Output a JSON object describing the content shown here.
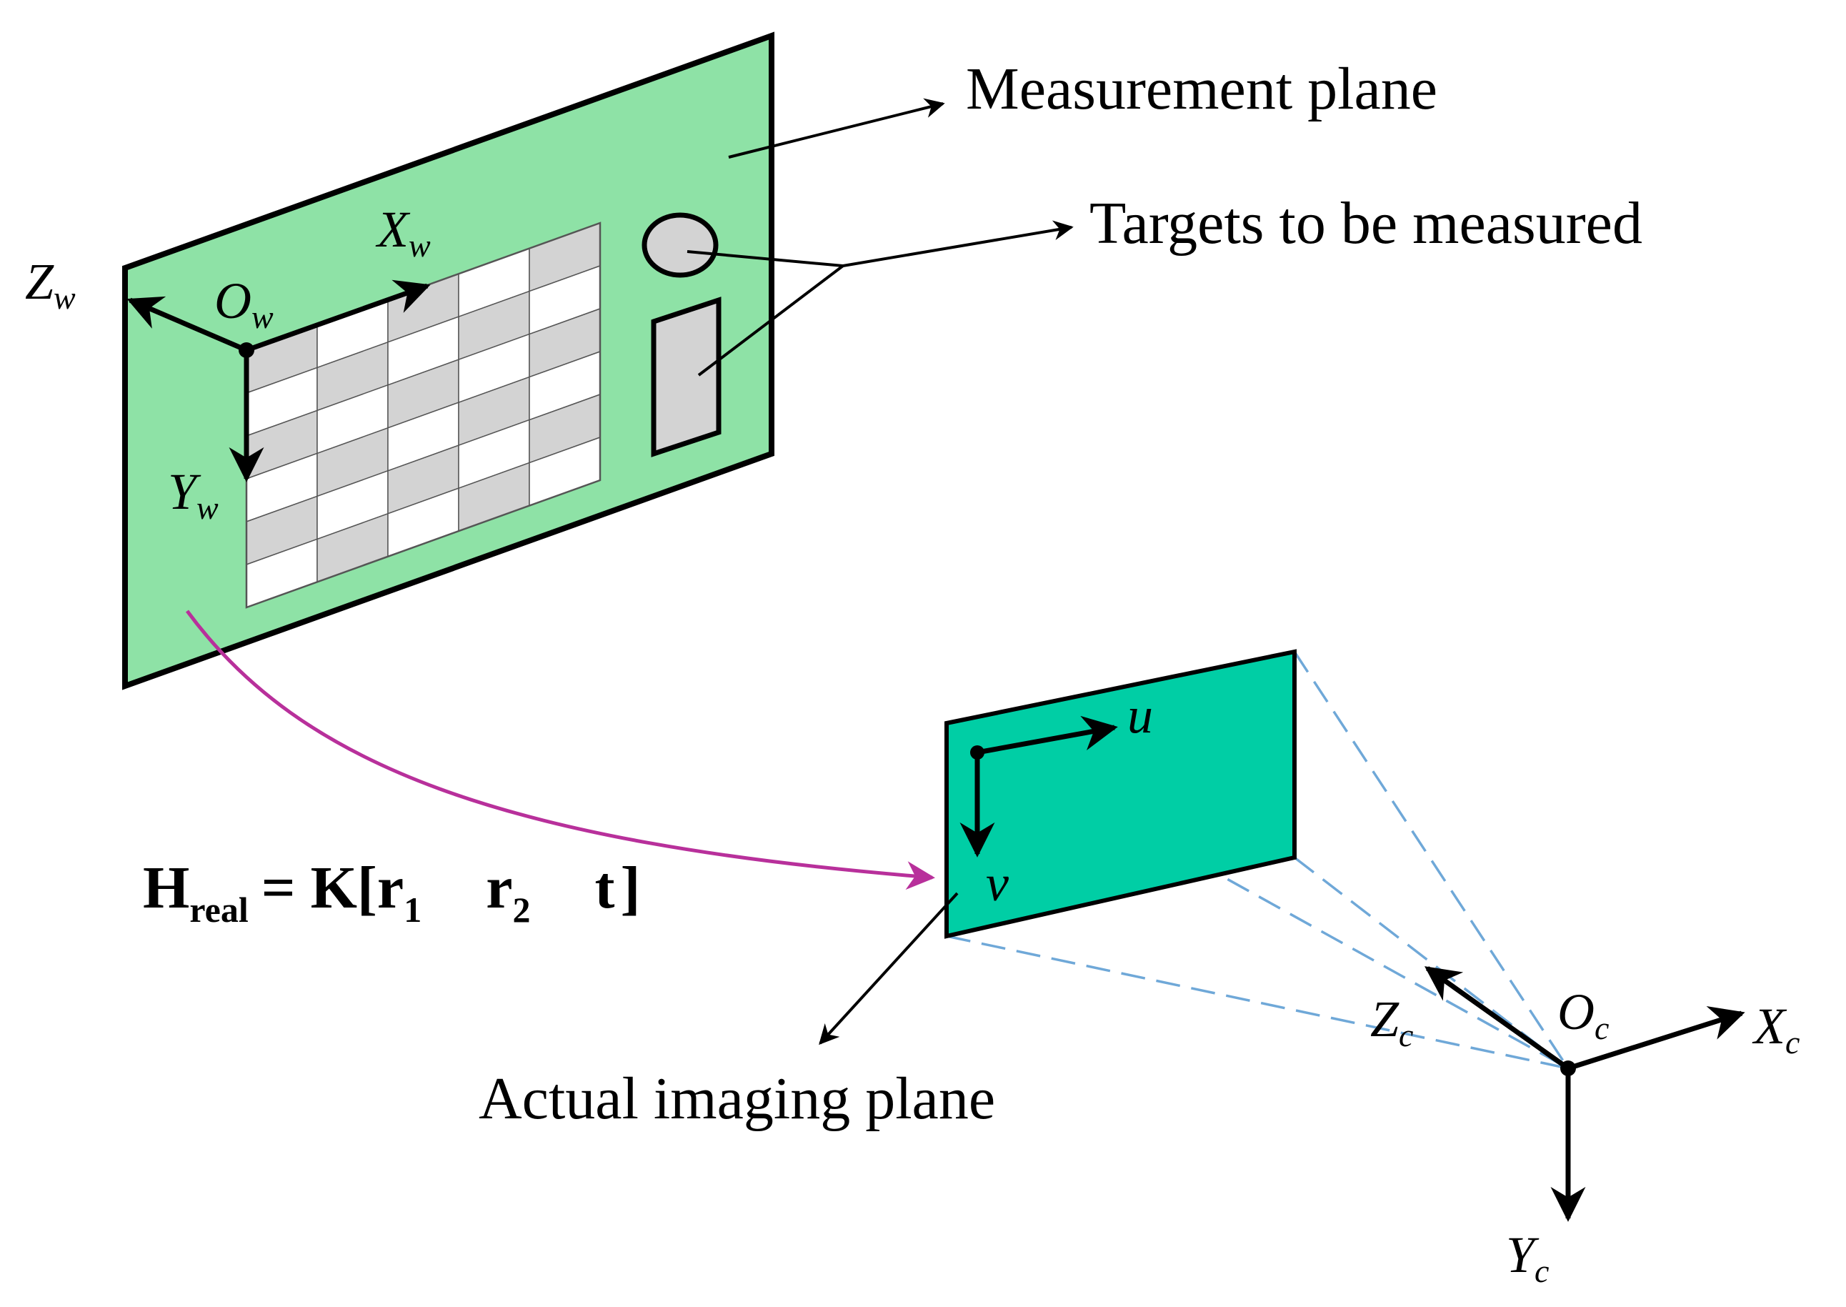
{
  "labels": {
    "measurement_plane": "Measurement plane",
    "targets": "Targets to be measured",
    "actual_imaging_plane": "Actual imaging plane"
  },
  "world_axes": {
    "origin": "O",
    "origin_sub": "w",
    "x": "X",
    "x_sub": "w",
    "y": "Y",
    "y_sub": "w",
    "z": "Z",
    "z_sub": "w"
  },
  "image_axes": {
    "u": "u",
    "v": "v"
  },
  "camera_axes": {
    "origin": "O",
    "origin_sub": "c",
    "x": "X",
    "x_sub": "c",
    "y": "Y",
    "y_sub": "c",
    "z": "Z",
    "z_sub": "c"
  },
  "equation": {
    "H": "H",
    "H_sub": "real",
    "eq": "= K[",
    "r1": "r",
    "r1_sub": "1",
    "r2": "r",
    "r2_sub": "2",
    "t": "t",
    "close": "]"
  },
  "colors": {
    "measurement_plane": "#8ee2a6",
    "imaging_plane": "#00cea5",
    "checker_gray": "#d3d3d3",
    "target_fill": "#d3d3d3",
    "projection_line": "#6fa8d8",
    "mapping_arrow": "#b8309b"
  }
}
